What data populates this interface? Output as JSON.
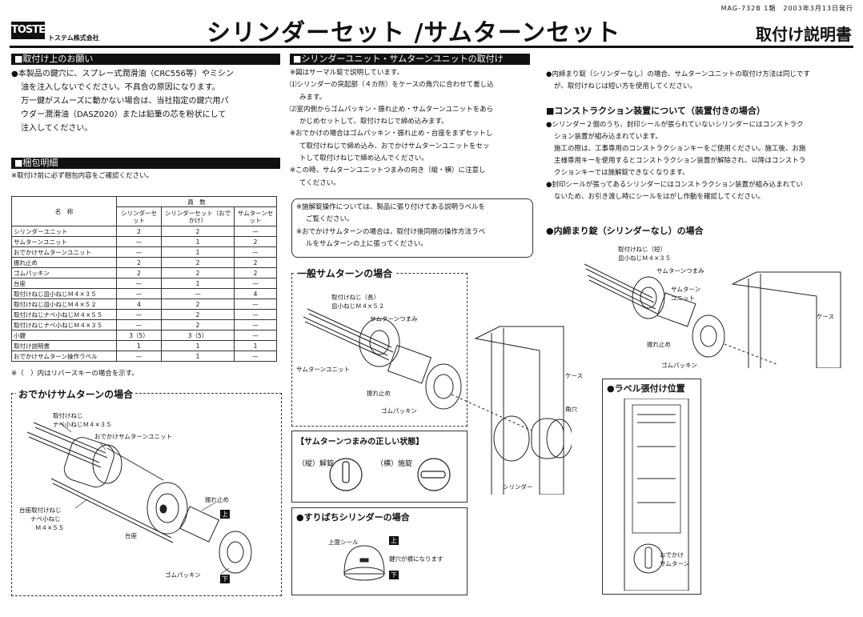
{
  "header": {
    "logo": "TOSTEM",
    "company": "トステム株式会社",
    "title": "シリンダーセット /サムターンセット",
    "doc_no": "MAG-732B 1類　2003年3月13日発行",
    "subtitle": "取付け説明書"
  },
  "s1": {
    "heading": "■取付け上のお願い",
    "lines": [
      "●本製品の鍵穴に、スプレー式潤滑油（CRC556等）やミシン",
      "油を注入しないでください。不具合の原因になります。",
      "万一鍵がスムーズに動かない場合は、当社指定の鍵穴用パ",
      "ウダー潤滑油（DASZ020）または鉛筆の芯を粉状にして",
      "注入してください。"
    ]
  },
  "s2": {
    "heading": "■梱包明細",
    "note": "※取付け前に必ず梱包内容をご確認ください。",
    "group_header": "員　数",
    "col_name": "名　称",
    "cols": [
      "シリンダーセット",
      "シリンダーセット（おでかけ）",
      "サムターンセット"
    ],
    "rows": [
      [
        "シリンダーユニット",
        "2",
        "2",
        "—"
      ],
      [
        "サムターンユニット",
        "—",
        "1",
        "2"
      ],
      [
        "おでかけサムターンユニット",
        "—",
        "1",
        "—"
      ],
      [
        "振れ止め",
        "2",
        "2",
        "2"
      ],
      [
        "ゴムパッキン",
        "2",
        "2",
        "2"
      ],
      [
        "台座",
        "—",
        "1",
        "—"
      ],
      [
        "取付けねじ皿小ねじＭ４×３５",
        "—",
        "—",
        "4"
      ],
      [
        "取付けねじ皿小ねじＭ４×５２",
        "4",
        "2",
        "—"
      ],
      [
        "取付けねじナベ小ねじＭ４×５５",
        "—",
        "2",
        "—"
      ],
      [
        "取付けねじナベ小ねじＭ４×３５",
        "—",
        "2",
        "—"
      ],
      [
        "小鍵",
        "3（5）",
        "3（5）",
        "—"
      ],
      [
        "取付け説明書",
        "1",
        "1",
        "1"
      ],
      [
        "おでかけサムターン操作ラベル",
        "—",
        "1",
        "—"
      ]
    ],
    "footnote": "※（　）内はリバースキーの場合を示す。"
  },
  "s3": {
    "title": "おでかけサムターンの場合",
    "labels": [
      "取付けねじ",
      "ナベ小ねじＭ４×３５",
      "おでかけサムターンユニット",
      "台座取付けねじ",
      "ナベ小ねじ",
      "Ｍ４×５５",
      "台座",
      "振れ止め",
      "ゴムパッキン",
      "上",
      "下"
    ]
  },
  "s4": {
    "heading": "■シリンダーユニット・サムターンユニットの取付け",
    "lines": [
      "※図はサーマル錠で説明しています。",
      "⑴シリンダーの突起部（４カ所）をケースの角穴に合わせて差し込",
      "みます。",
      "⑵室内側からゴムパッキン・振れ止め・サムターンユニットをあら",
      "かじめセットして、取付けねじで締め込みます。",
      "※おでかけの場合はゴムパッキン・振れ止め・台座をまずセットし",
      "て取付けねじで締め込み、おでかけサムターンユニットをセッ",
      "トして取付けねじで締め込んでください。",
      "※この時、サムターンユニットつまみの向き（縦・横）に注意し",
      "てください。"
    ],
    "note_lines": [
      "※施解錠操作については、製品に張り付けてある説明ラベルを",
      "ご覧ください。",
      "※おでかけサムターンの場合は、取付け後同梱の操作方法ラベ",
      "ルをサムターンの上に張ってください。"
    ]
  },
  "s5": {
    "title": "一般サムターンの場合",
    "labels": [
      "取付けねじ（長）",
      "皿小ねじＭ４×５２",
      "サムターンつまみ",
      "サムターンユニット",
      "振れ止め",
      "ゴムパッキン",
      "ケース",
      "角穴",
      "シリンダー"
    ]
  },
  "s6": {
    "title": "【サムターンつまみの正しい状態】",
    "left": "（縦）解錠",
    "right": "（横）施錠"
  },
  "s7": {
    "title": "●すりばちシリンダーの場合",
    "labels": [
      "上面シール",
      "上",
      "鍵穴が横になります",
      "下"
    ]
  },
  "s8": {
    "lines": [
      "●内締まり錠（シリンダーなし）の場合、サムターンユニットの取付け方法は同じです",
      "が、取付けねじは短い方を使用してください。"
    ],
    "heading": "■コンストラクション装置について（装置付きの場合）",
    "p1": [
      "●シリンダー２個のうち、封印シールが張られていないシリンダーにはコンストラク",
      "ション装置が組み込まれています。",
      "施工の際は、工事専用のコンストラクションキーをご使用ください。施工後、お施",
      "主様専用キーを使用するとコンストラクション装置が解除され、以降はコンストラ",
      "クションキーでは施解錠できなくなります。"
    ],
    "p2": [
      "●封印シールが張ってあるシリンダーにはコンストラクション装置が組み込まれてい",
      "ないため、お引き渡し時にシールをはがし作動を確認してください。"
    ]
  },
  "s9": {
    "title": "●内締まり錠（シリンダーなし）の場合",
    "labels": [
      "取付けねじ（短）",
      "皿小ねじＭ４×３５",
      "サムターンつまみ",
      "サムターン",
      "ユニット",
      "振れ止め",
      "ゴムパッキン",
      "ケース"
    ]
  },
  "s10": {
    "title": "●ラベル張付け位置",
    "labels": [
      "おでかけ",
      "サムターン"
    ]
  }
}
